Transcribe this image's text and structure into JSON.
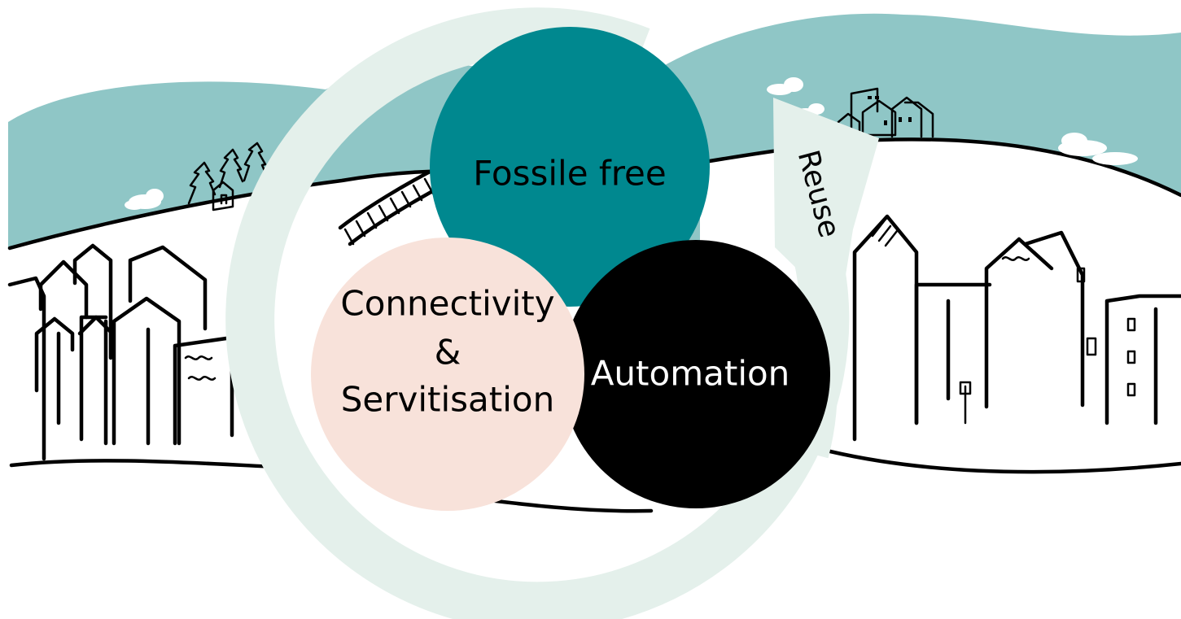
{
  "diagram": {
    "labels": {
      "fossil_free": "Fossile free",
      "connectivity_line1": "Connectivity",
      "connectivity_line2": "&",
      "connectivity_line3": "Servitisation",
      "automation": "Automation",
      "reuse": "Reuse"
    },
    "colors": {
      "sky": "#8fc6c6",
      "teal_circle": "#00888f",
      "peach_circle": "#f8e2da",
      "black_circle": "#000000",
      "reuse_arrow": "#e4f0eb",
      "ink": "#000000",
      "paper": "#ffffff"
    },
    "icons": [
      "city-left-icon",
      "city-right-icon",
      "trees-icon",
      "village-icon",
      "railway-icon",
      "cloud-icon"
    ]
  }
}
